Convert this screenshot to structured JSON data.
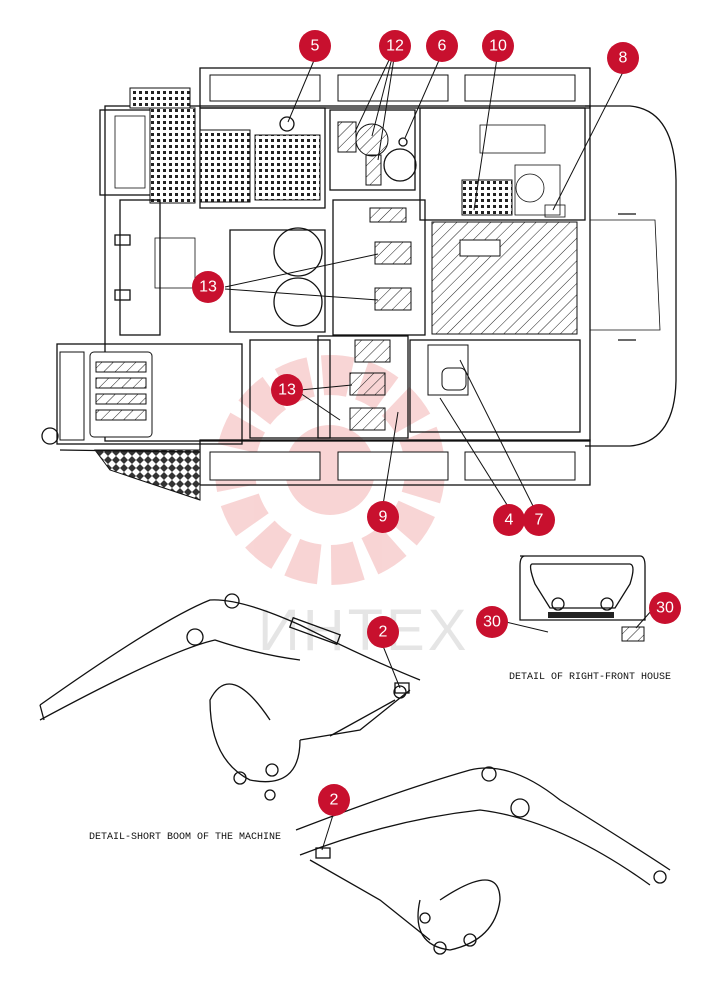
{
  "colors": {
    "callout": "#c8102e",
    "watermark": "#e04040",
    "lines": "#111111"
  },
  "watermark": {
    "text": "ИНТЕХ"
  },
  "captions": {
    "right_front_house": "DETAIL OF RIGHT-FRONT HOUSE",
    "short_boom": "DETAIL-SHORT BOOM OF THE MACHINE"
  },
  "callouts": {
    "c5": "5",
    "c12": "12",
    "c6": "6",
    "c10": "10",
    "c8": "8",
    "c13_upper": "13",
    "c13_lower": "13",
    "c9": "9",
    "c4": "4",
    "c7": "7",
    "c30_left": "30",
    "c30_right": "30",
    "c2_upper": "2",
    "c2_lower": "2"
  }
}
